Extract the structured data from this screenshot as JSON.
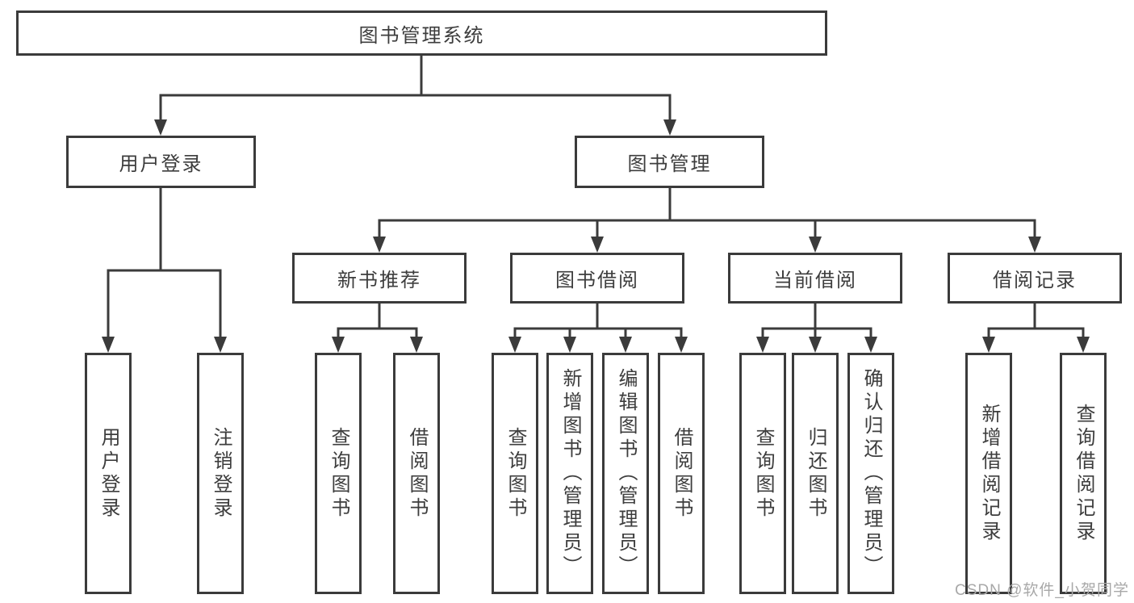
{
  "tree": {
    "root": {
      "label": "图书管理系统"
    },
    "branches": [
      {
        "label": "用户登录",
        "leaves": [
          {
            "label": "用户登录"
          },
          {
            "label": "注销登录"
          }
        ]
      },
      {
        "label": "图书管理",
        "groups": [
          {
            "label": "新书推荐",
            "leaves": [
              {
                "label": "查询图书"
              },
              {
                "label": "借阅图书"
              }
            ]
          },
          {
            "label": "图书借阅",
            "leaves": [
              {
                "label": "查询图书"
              },
              {
                "label": "新增图书（管理员）"
              },
              {
                "label": "编辑图书（管理员）"
              },
              {
                "label": "借阅图书"
              }
            ]
          },
          {
            "label": "当前借阅",
            "leaves": [
              {
                "label": "查询图书"
              },
              {
                "label": "归还图书"
              },
              {
                "label": "确认归还（管理员）"
              }
            ]
          },
          {
            "label": "借阅记录",
            "leaves": [
              {
                "label": "新增借阅记录"
              },
              {
                "label": "查询借阅记录"
              }
            ]
          }
        ]
      }
    ]
  },
  "watermark": {
    "text": "CSDN @软件_小贺同学"
  },
  "colors": {
    "line": "#3b3b3b",
    "text": "#3d3d3d",
    "watermark": "#a8a8a8",
    "background": "#ffffff"
  }
}
